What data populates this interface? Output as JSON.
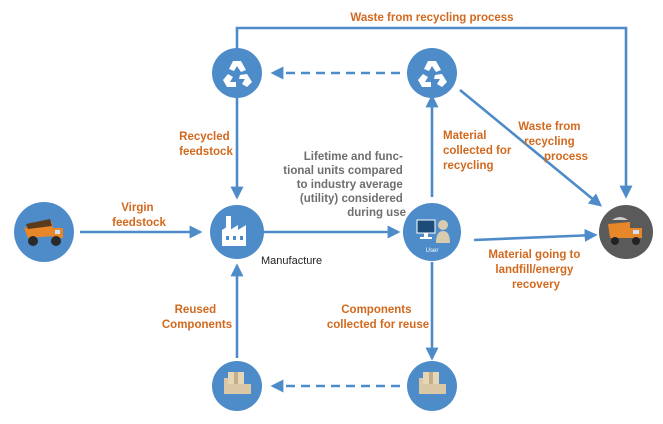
{
  "nodes": {
    "mine_truck": {
      "icon": "mining-truck-icon"
    },
    "recycle_left": {
      "icon": "recycle-icon"
    },
    "recycle_right": {
      "icon": "recycle-icon"
    },
    "manufacture": {
      "icon": "factory-icon",
      "label": "Manufacture"
    },
    "user": {
      "icon": "user-computer-icon",
      "label": "User"
    },
    "landfill": {
      "icon": "dump-truck-icon"
    },
    "box_left": {
      "icon": "package-box-icon"
    },
    "box_right": {
      "icon": "package-box-icon"
    }
  },
  "labels": {
    "waste_top": "Waste from recycling process",
    "recycled_feedstock": [
      "Recycled",
      "feedstock"
    ],
    "virgin_feedstock": [
      "Virgin",
      "feedstock"
    ],
    "lifetime": [
      "Lifetime and func-",
      "tional units compared",
      "to industry average",
      "(utility) considered",
      "during use"
    ],
    "material_collected": [
      "Material",
      "collected for",
      "recycling"
    ],
    "waste_right": [
      "Waste from",
      "recycling",
      "process"
    ],
    "material_landfill": [
      "Material going to",
      "landfill/energy",
      "recovery"
    ],
    "reused_components": [
      "Reused",
      "Components"
    ],
    "components_collected": [
      "Components",
      "collected for reuse"
    ]
  },
  "colors": {
    "node_blue": "#4d8cc9",
    "node_gray": "#5a5a5a",
    "label_orange": "#d2691e",
    "label_gray": "#6e6e6e",
    "arrow_blue": "#4d8cc9"
  }
}
